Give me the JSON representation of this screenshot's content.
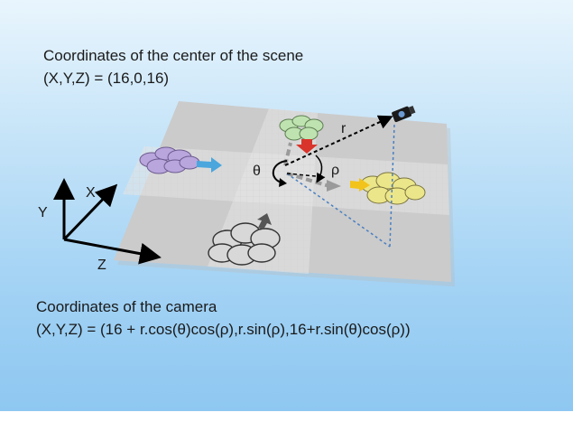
{
  "text": {
    "center_title": "Coordinates of the center of the scene",
    "center_value": "(X,Y,Z) = (16,0,16)",
    "camera_title": "Coordinates of the camera",
    "camera_value": "(X,Y,Z) = (16 + r.cos(θ)cos(ρ),r.sin(ρ),16+r.sin(θ)cos(ρ))"
  },
  "labels": {
    "axis_x": "X",
    "axis_y": "Y",
    "axis_z": "Z",
    "radius": "r",
    "theta": "θ",
    "rho": "ρ"
  },
  "colors": {
    "background_top": "#e9f5fd",
    "background_bottom": "#8ec7f1",
    "floor": "#c8c8c8",
    "path": "#dcdcdc",
    "flower_purple": "#b9a6dc",
    "flower_green": "#bfe3b0",
    "flower_yellow": "#ece68a",
    "flower_gray": "#d8d8d8",
    "arrow_blue": "#4aa6dd",
    "arrow_red": "#d9342b",
    "arrow_yellow": "#f2c31a",
    "arrow_dark": "#555555",
    "projection_line": "#4a7fc1"
  },
  "icons": [
    "camera-icon",
    "flower-purple-icon",
    "flower-green-icon",
    "flower-yellow-icon",
    "flower-gray-icon"
  ]
}
